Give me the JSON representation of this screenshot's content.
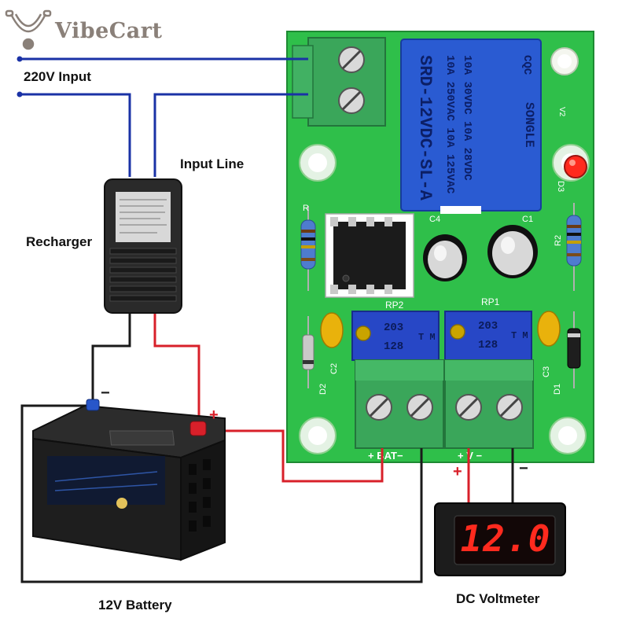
{
  "brand": {
    "name": "VibeCart"
  },
  "labels": {
    "input_220v": "220V Input",
    "input_line": "Input Line",
    "recharger": "Recharger",
    "battery": "12V Battery",
    "voltmeter": "DC Voltmeter"
  },
  "polarity": {
    "plus": "+",
    "minus": "−"
  },
  "voltmeter": {
    "reading": "12.0"
  },
  "board": {
    "relay_lines": [
      "SRD-12VDC-SL-A",
      "10A 250VAC 10A 125VAC",
      "10A 30VDC 10A 28VDC"
    ],
    "relay_brand": "SONGLE",
    "relay_cert": "CQC",
    "pot_left": {
      "label": "RP2",
      "marking_1": "203",
      "marking_2": "128",
      "marking_3": "T M"
    },
    "pot_right": {
      "label": "RP1",
      "marking_1": "203",
      "marking_2": "128",
      "marking_3": "T M"
    },
    "components": {
      "c1": "C1",
      "c2": "C2",
      "c3": "C3",
      "c4": "C4",
      "d1": "D1",
      "d2": "D2",
      "d3": "D3",
      "r2": "R2",
      "r1": "R",
      "v2": "V2"
    },
    "terminal_bat": "+ BAT−",
    "terminal_v": "+ V −"
  },
  "colors": {
    "wire_blue": "#1a32a6",
    "wire_red": "#d8202a",
    "wire_black": "#1a1a1a",
    "pcb_green": "#2fbf4a",
    "terminal_green": "#3aa65a",
    "relay_blue": "#2a5bd2",
    "led_red": "#ff2a1e",
    "brand_gray": "#8a8079"
  }
}
